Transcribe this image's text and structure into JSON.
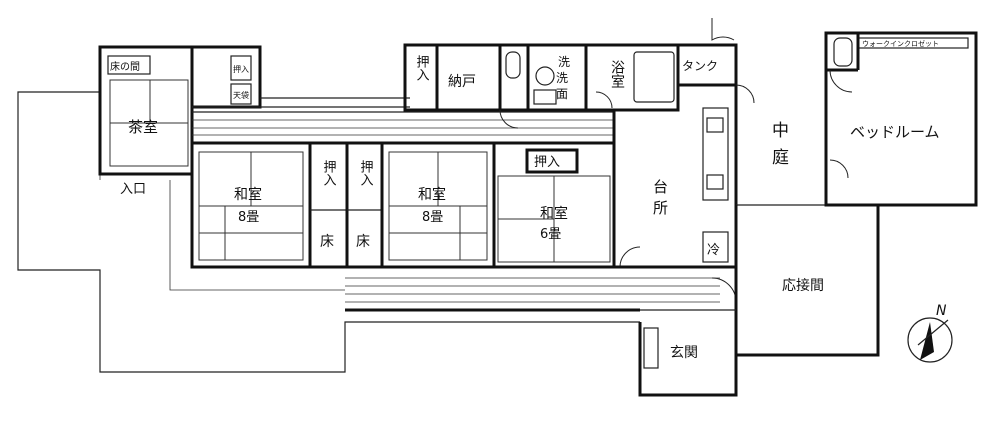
{
  "labels": {
    "tea_room": "茶室",
    "tokonoma_small": "床の間",
    "oshiire_small": "押入",
    "oshiire_tiny": "天袋",
    "entrance_side": "入口",
    "oshiire_1": "押入",
    "nando": "納戸",
    "senmen_1": "洗",
    "senmen_2": "洗",
    "senmen_3": "面",
    "bath": "浴室",
    "tank": "タンク",
    "nakaniwa_1": "中",
    "nakaniwa_2": "庭",
    "bedroom": "ベッドルーム",
    "closet": "ウォークインクロゼット",
    "washitsu": "和室",
    "size_8": "8畳",
    "size_6": "6畳",
    "oshiire_2": "押入",
    "oshiire_3": "押入",
    "oshiire_4": "押入",
    "toko": "床",
    "kitchen_1": "台",
    "kitchen_2": "所",
    "fridge": "冷",
    "reception": "応接間",
    "genkan": "玄関",
    "north": "N"
  }
}
